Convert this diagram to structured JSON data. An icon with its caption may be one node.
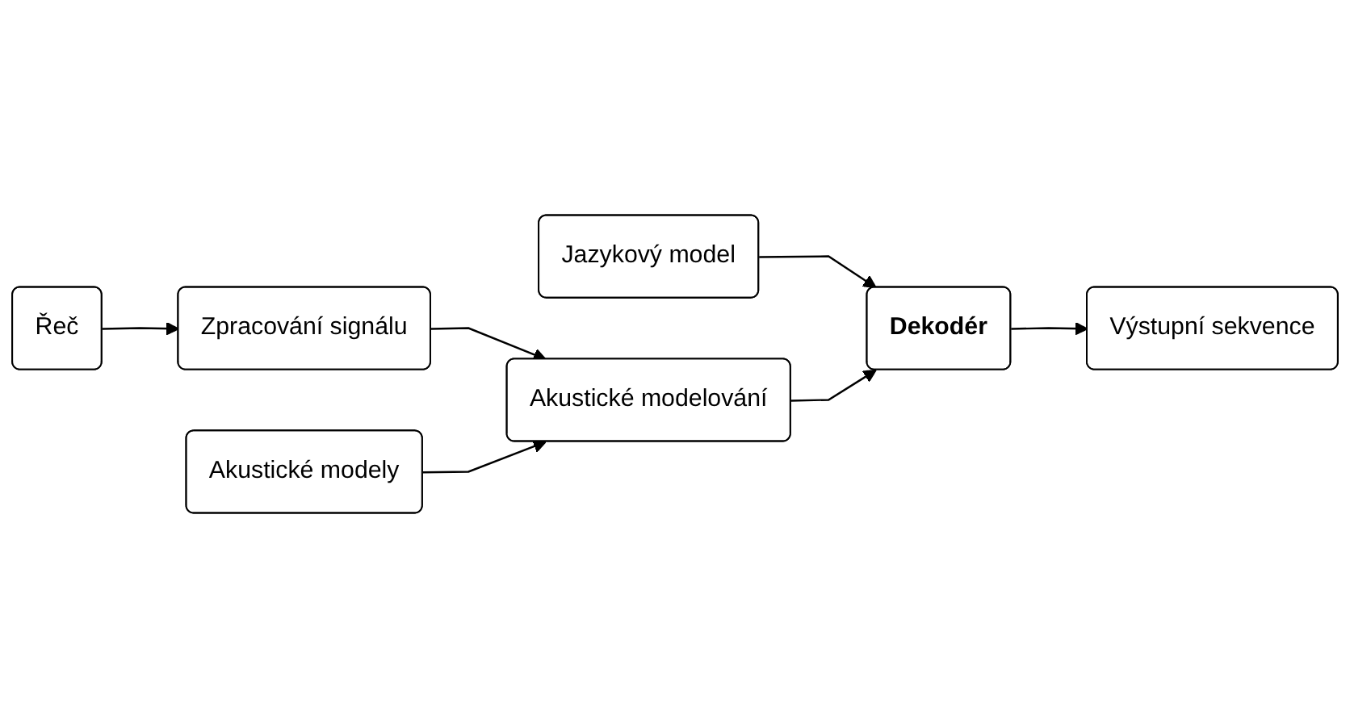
{
  "diagram": {
    "nodes": [
      {
        "text": [
          "Jazykový model"
        ]
      },
      {
        "text": [
          "Dekodér"
        ]
      },
      {
        "text": [
          "Výstupní sekvence"
        ]
      },
      {
        "text": [
          "Řeč"
        ]
      },
      {
        "text": [
          "Zpracování signálu"
        ]
      },
      {
        "text": [
          "Akustické modelování"
        ]
      },
      {
        "text": [
          "Akustické modely"
        ]
      }
    ],
    "edges": [
      {
        "from": 0,
        "to": 1,
        "arrow": "to"
      },
      {
        "from": 1,
        "to": 2,
        "arrow": "to"
      },
      {
        "from": 3,
        "to": 4,
        "arrow": "to"
      },
      {
        "from": 4,
        "to": 5,
        "arrow": "to"
      },
      {
        "from": 5,
        "to": 1,
        "arrow": "to"
      },
      {
        "from": 6,
        "to": 5,
        "arrow": "to"
      }
    ]
  }
}
